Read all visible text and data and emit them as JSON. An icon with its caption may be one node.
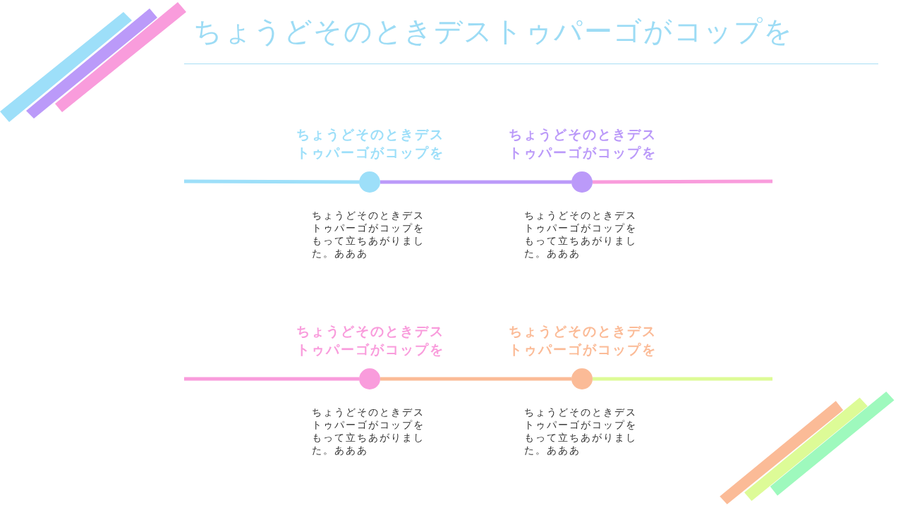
{
  "diagram": {
    "title": "ちょうどそのときデストゥパーゴがコップを",
    "nodes": [
      {
        "text": [],
        "shape": "circle",
        "beside": [
          "ちょうどそのときデストゥパーゴがコップを",
          "ちょうどそのときデストゥパーゴがコップをもって立ちあがりました。あああ"
        ]
      },
      {
        "text": [],
        "shape": "circle",
        "beside": [
          "ちょうどそのときデストゥパーゴがコップを",
          "ちょうどそのときデストゥパーゴがコップをもって立ちあがりました。あああ"
        ]
      },
      {
        "text": [],
        "shape": "circle",
        "beside": [
          "ちょうどそのときデストゥパーゴがコップを",
          "ちょうどそのときデストゥパーゴがコップをもって立ちあがりました。あああ"
        ]
      },
      {
        "text": [],
        "shape": "circle",
        "beside": [
          "ちょうどそのときデストゥパーゴがコップを",
          "ちょうどそのときデストゥパーゴがコップをもって立ちあがりました。あああ"
        ]
      }
    ],
    "edges": [
      {
        "from": null,
        "to": 0,
        "arrow": "none",
        "color": "#9ddff9"
      },
      {
        "from": 0,
        "to": 1,
        "arrow": "none",
        "color": "#bb9af9"
      },
      {
        "from": 1,
        "to": null,
        "arrow": "none",
        "color": "#f99cdc"
      },
      {
        "from": null,
        "to": 2,
        "arrow": "none",
        "color": "#f99cdc"
      },
      {
        "from": 2,
        "to": 3,
        "arrow": "none",
        "color": "#fbbb97"
      },
      {
        "from": 3,
        "to": null,
        "arrow": "none",
        "color": "#ddfb97"
      }
    ]
  }
}
